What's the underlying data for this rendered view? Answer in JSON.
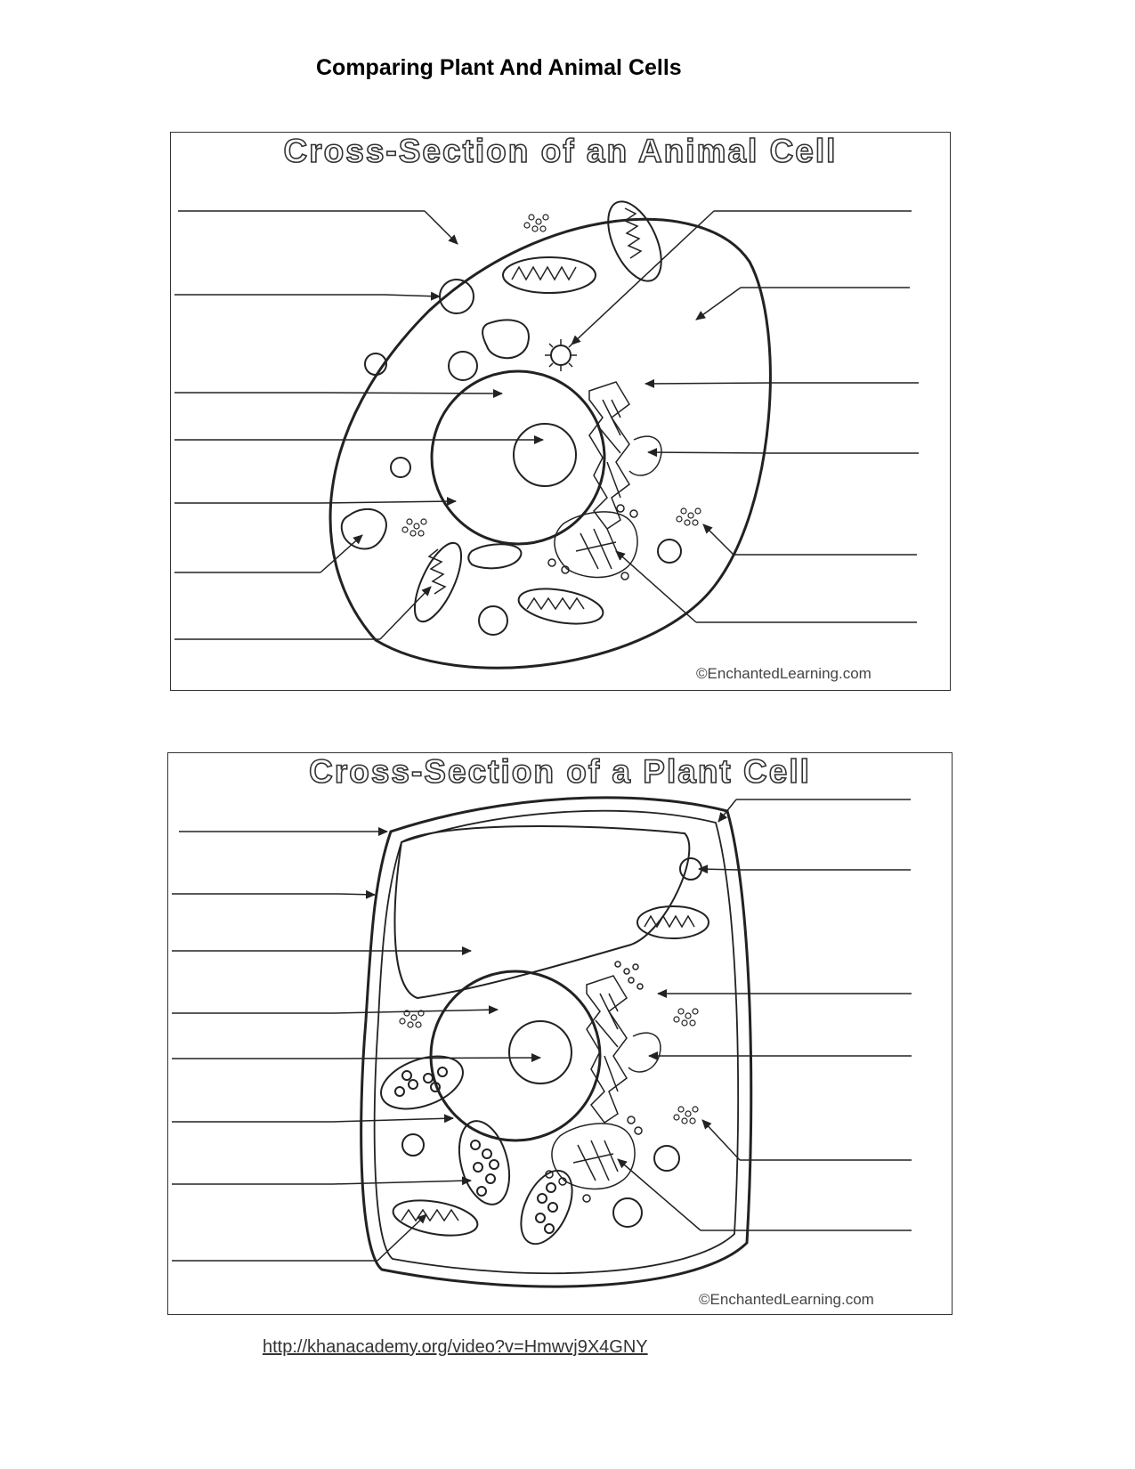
{
  "page": {
    "title": "Comparing Plant And Animal Cells"
  },
  "animal_diagram": {
    "title": "Cross-Section of an Animal Cell",
    "credit": "©EnchantedLearning.com"
  },
  "plant_diagram": {
    "title": "Cross-Section of a Plant Cell",
    "credit": "©EnchantedLearning.com"
  },
  "footer": {
    "link": "http://khanacademy.org/video?v=Hmwvj9X4GNY"
  },
  "colors": {
    "ink": "#333333",
    "background": "#ffffff"
  }
}
